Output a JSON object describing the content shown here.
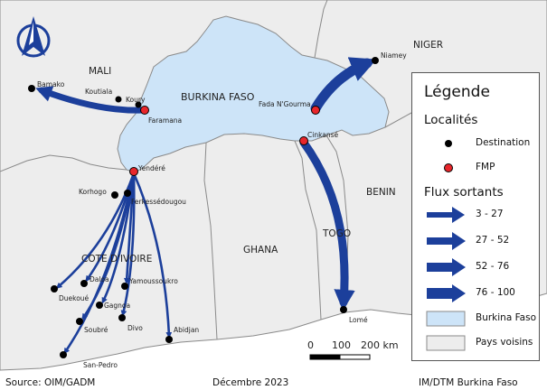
{
  "countries": {
    "burkina": "BURKINA FASO",
    "mali": "MALI",
    "niger": "NIGER",
    "benin": "BENIN",
    "ghana": "GHANA",
    "togo": "TOGO",
    "civ": "COTE D'IVOIRE"
  },
  "places": {
    "bamako": "Bamako",
    "koutiala": "Koutiala",
    "koury": "Koury",
    "faramana": "Faramana",
    "fada": "Fada N'Gourma",
    "niamey": "Niamey",
    "cinkanse": "Cinkansé",
    "lome": "Lomé",
    "yendere": "Yendéré",
    "korhogo": "Korhogo",
    "ferke": "Ferkessédougou",
    "duekoue": "Duekoué",
    "daloa": "Daloa",
    "yamoussoukro": "Yamoussoukro",
    "gagnoa": "Gagnoa",
    "soubre": "Soubré",
    "divo": "Divo",
    "abidjan": "Abidjan",
    "sanpedro": "San-Pedro"
  },
  "legend": {
    "title": "Légende",
    "localites_heading": "Localités",
    "destination": "Destination",
    "fmp": "FMP",
    "flux_heading": "Flux sortants",
    "flux_classes": [
      "3 - 27",
      "27 - 52",
      "52 - 76",
      "76 - 100"
    ],
    "burkina": "Burkina Faso",
    "voisins": "Pays voisins"
  },
  "scalebar": {
    "t0": "0",
    "t100": "100",
    "t200": "200 km"
  },
  "footer": {
    "source": "Source: OIM/GADM",
    "date": "Décembre 2023",
    "credit": "IM/DTM Burkina Faso"
  },
  "colors": {
    "burkina_fill": "#cde4f8",
    "neighbor_fill": "#ededed",
    "ocean": "#ffffff",
    "border": "#8a8a8a",
    "flow": "#1c3f9b",
    "fmp_point": "#e8262b",
    "destination_point": "#000000"
  },
  "icons": {
    "north_arrow": "north-arrow-icon"
  }
}
